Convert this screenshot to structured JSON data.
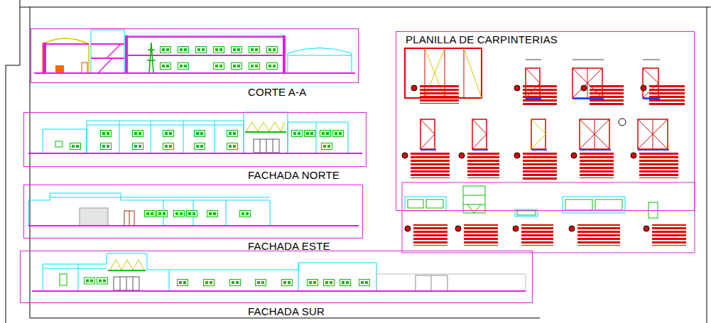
{
  "diagram": {
    "nodes": [
      {
        "text": [
          "CORTE A-A"
        ]
      },
      {
        "text": [
          "PLANILLA DE CARPINTERIAS"
        ]
      },
      {
        "text": [
          "FACHADA NORTE"
        ]
      },
      {
        "text": [
          "FACHADA ESTE"
        ]
      },
      {
        "text": [
          "FACHADA SUR"
        ]
      }
    ]
  }
}
